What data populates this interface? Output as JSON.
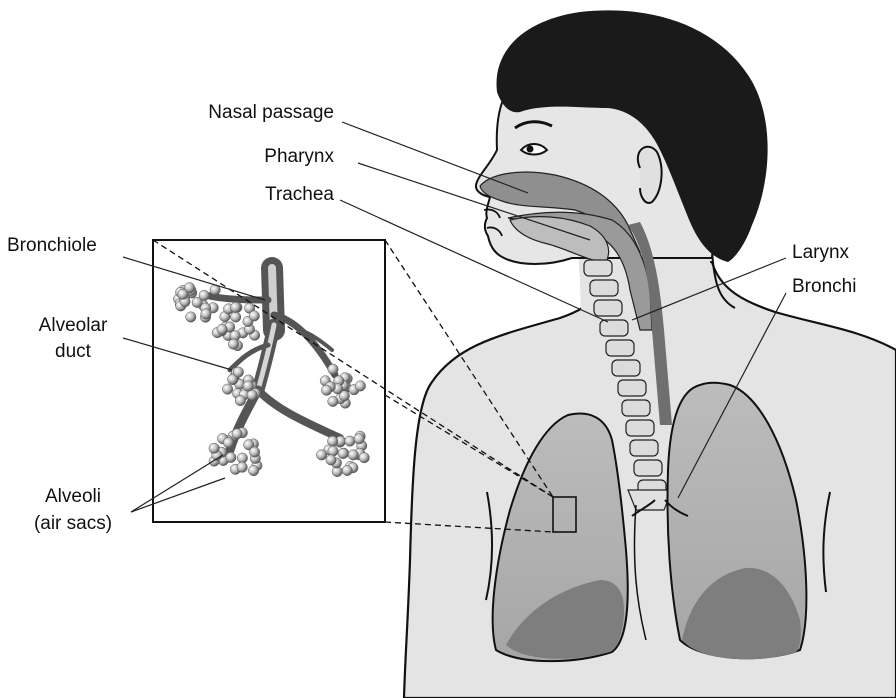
{
  "labels": {
    "nasal_passage": "Nasal passage",
    "pharynx": "Pharynx",
    "trachea": "Trachea",
    "bronchiole": "Bronchiole",
    "alveolar_duct_line1": "Alveolar",
    "alveolar_duct_line2": "duct",
    "larynx": "Larynx",
    "bronchi": "Bronchi",
    "alveoli_line1": "Alveoli",
    "alveoli_line2": "(air sacs)"
  },
  "colors": {
    "skin": "#e3e3e3",
    "hair": "#1a1a1a",
    "airway": "#8f8f8f",
    "lung": "#b5b5b5",
    "lung_dark": "#7e7e7e",
    "cartilage": "#dcdcdc",
    "alveolus": "#bdbdbd"
  }
}
